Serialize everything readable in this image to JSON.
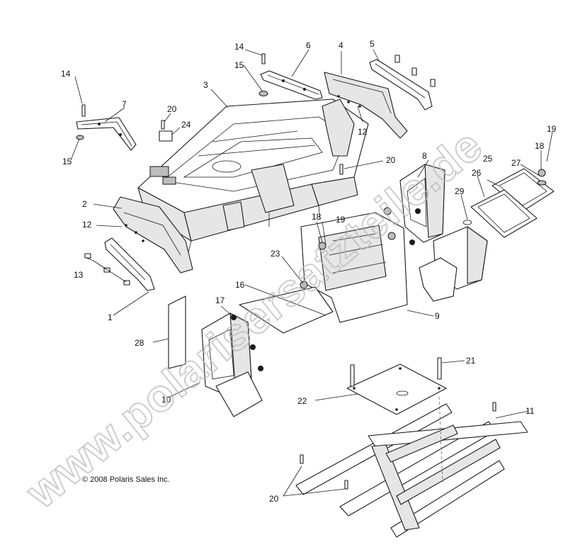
{
  "diagram": {
    "copyright": "© 2008 Polaris Sales Inc.",
    "watermark": "www.polarisersatzteile.de",
    "callouts": [
      "1",
      "2",
      "3",
      "4",
      "5",
      "6",
      "7",
      "8",
      "9",
      "10",
      "11",
      "12",
      "12",
      "13",
      "14",
      "14",
      "15",
      "15",
      "16",
      "17",
      "18",
      "18",
      "19",
      "19",
      "20",
      "20",
      "20",
      "21",
      "22",
      "23",
      "24",
      "25",
      "26",
      "27",
      "28",
      "29"
    ]
  }
}
